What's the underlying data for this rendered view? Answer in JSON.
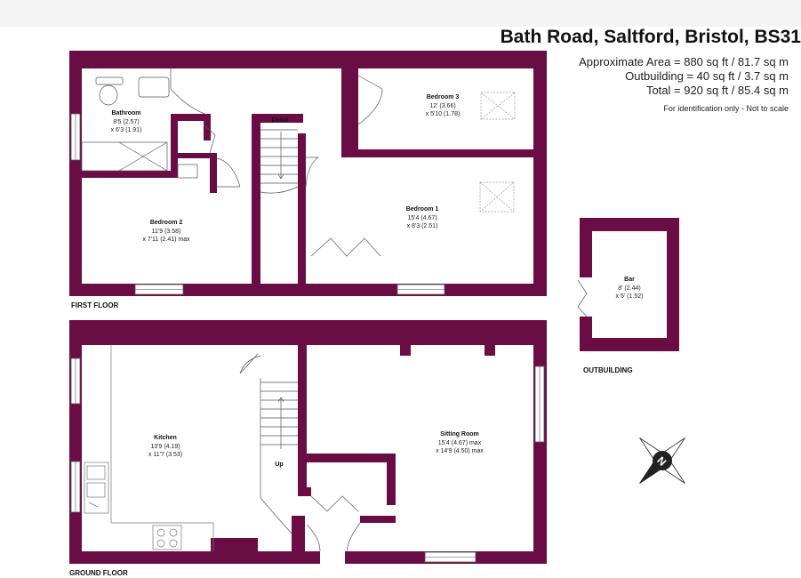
{
  "header": {
    "address": "Bath Road, Saltford, Bristol, BS31",
    "area_approx": "Approximate Area = 880 sq ft / 81.7 sq m",
    "area_outbuilding": "Outbuilding = 40 sq ft / 3.7 sq m",
    "area_total": "Total = 920 sq ft / 85.4 sq m",
    "disclaimer": "For identification only - Not to scale"
  },
  "floors": {
    "first": "FIRST FLOOR",
    "ground": "GROUND FLOOR",
    "outbuilding": "OUTBUILDING"
  },
  "rooms": {
    "bathroom": {
      "name": "Bathroom",
      "dim1": "8'5 (2.57)",
      "dim2": "x 6'3 (1.91)"
    },
    "bedroom3": {
      "name": "Bedroom 3",
      "dim1": "12' (3.66)",
      "dim2": "x 5'10 (1.78)"
    },
    "bedroom2": {
      "name": "Bedroom 2",
      "dim1": "11'9 (3.58)",
      "dim2": "x 7'11 (2.41) max"
    },
    "bedroom1": {
      "name": "Bedroom 1",
      "dim1": "15'4 (4.67)",
      "dim2": "x 8'3 (2.51)"
    },
    "bar": {
      "name": "Bar",
      "dim1": "8' (2.44)",
      "dim2": "x 5' (1.52)"
    },
    "kitchen": {
      "name": "Kitchen",
      "dim1": "13'9 (4.19)",
      "dim2": "x 11'7 (3.53)"
    },
    "sitting": {
      "name": "Sitting Room",
      "dim1": "15'4 (4.67) max",
      "dim2": "x 14'9 (4.50) max"
    }
  },
  "stairs": {
    "down": "Down",
    "up": "Up"
  },
  "compass": {
    "letter": "N"
  },
  "colors": {
    "wall": "#6b0d45",
    "line": "#555555"
  }
}
